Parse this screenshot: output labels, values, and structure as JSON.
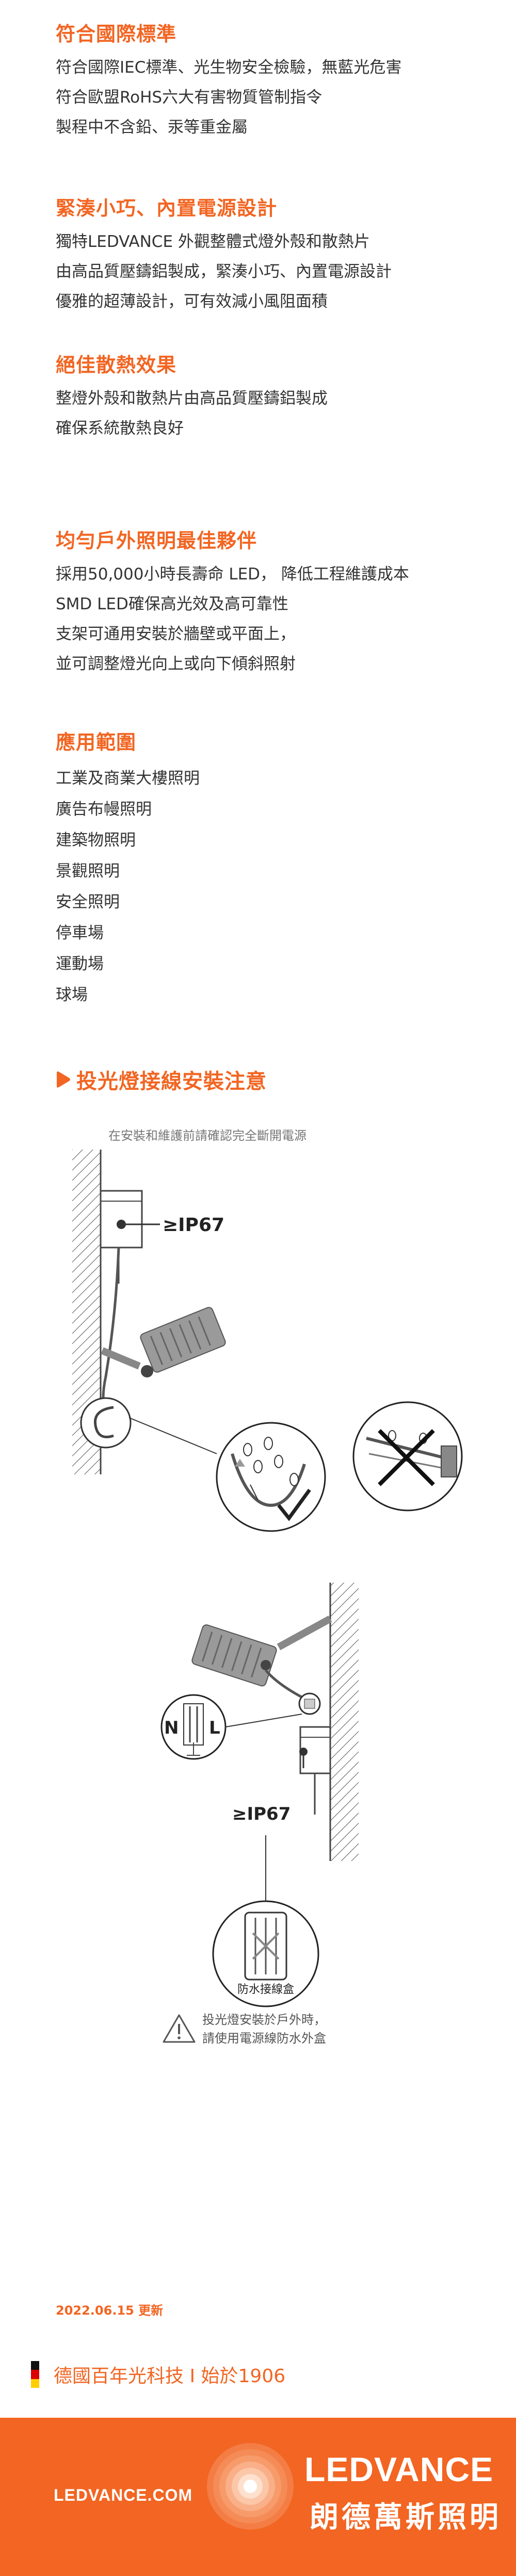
{
  "sections": [
    {
      "title": "符合國際標準",
      "lines": [
        "符合國際IEC標準、光生物安全檢驗，無藍光危害",
        "符合歐盟RoHS六大有害物質管制指令",
        "製程中不含鉛、汞等重金屬"
      ]
    },
    {
      "title": "緊湊小巧、內置電源設計",
      "lines": [
        "獨特LEDVANCE 外觀整體式燈外殼和散熱片",
        "由高品質壓鑄鋁製成，緊湊小巧、內置電源設計",
        "優雅的超薄設計，可有效減小風阻面積"
      ]
    },
    {
      "title": "絕佳散熱效果",
      "lines": [
        "整燈外殼和散熱片由高品質壓鑄鋁製成",
        "確保系統散熱良好"
      ]
    },
    {
      "title": "均勻戶外照明最佳夥伴",
      "lines": [
        "採用50,000小時長壽命 LED， 降低工程維護成本",
        "SMD LED確保高光效及高可靠性",
        "支架可通用安裝於牆壁或平面上，",
        "並可調整燈光向上或向下傾斜照射"
      ]
    },
    {
      "title": "應用範圍",
      "lines": [
        "工業及商業大樓照明",
        "廣告布幔照明",
        "建築物照明",
        "景觀照明",
        "安全照明",
        "停車場",
        "運動場",
        "球場"
      ]
    }
  ],
  "notice": {
    "title": "投光燈接線安裝注意",
    "caption": "在安裝和維護前請確認完全斷開電源",
    "ip_label_1": "≥IP67",
    "ip_label_2": "≥IP67",
    "terminal_n": "N",
    "terminal_l": "L",
    "box_label": "防水接線盒",
    "warning_lines": [
      "投光燈安裝於戶外時，",
      "請使用電源線防水外盒"
    ]
  },
  "date": "2022.06.15 更新",
  "heritage": "德國百年光科技 I 始於1906",
  "footer": {
    "url": "LEDVANCE.COM",
    "brand": "LEDVANCE",
    "brand_cn": "朗德萬斯照明"
  },
  "colors": {
    "accent": "#f26522",
    "text": "#333333"
  }
}
